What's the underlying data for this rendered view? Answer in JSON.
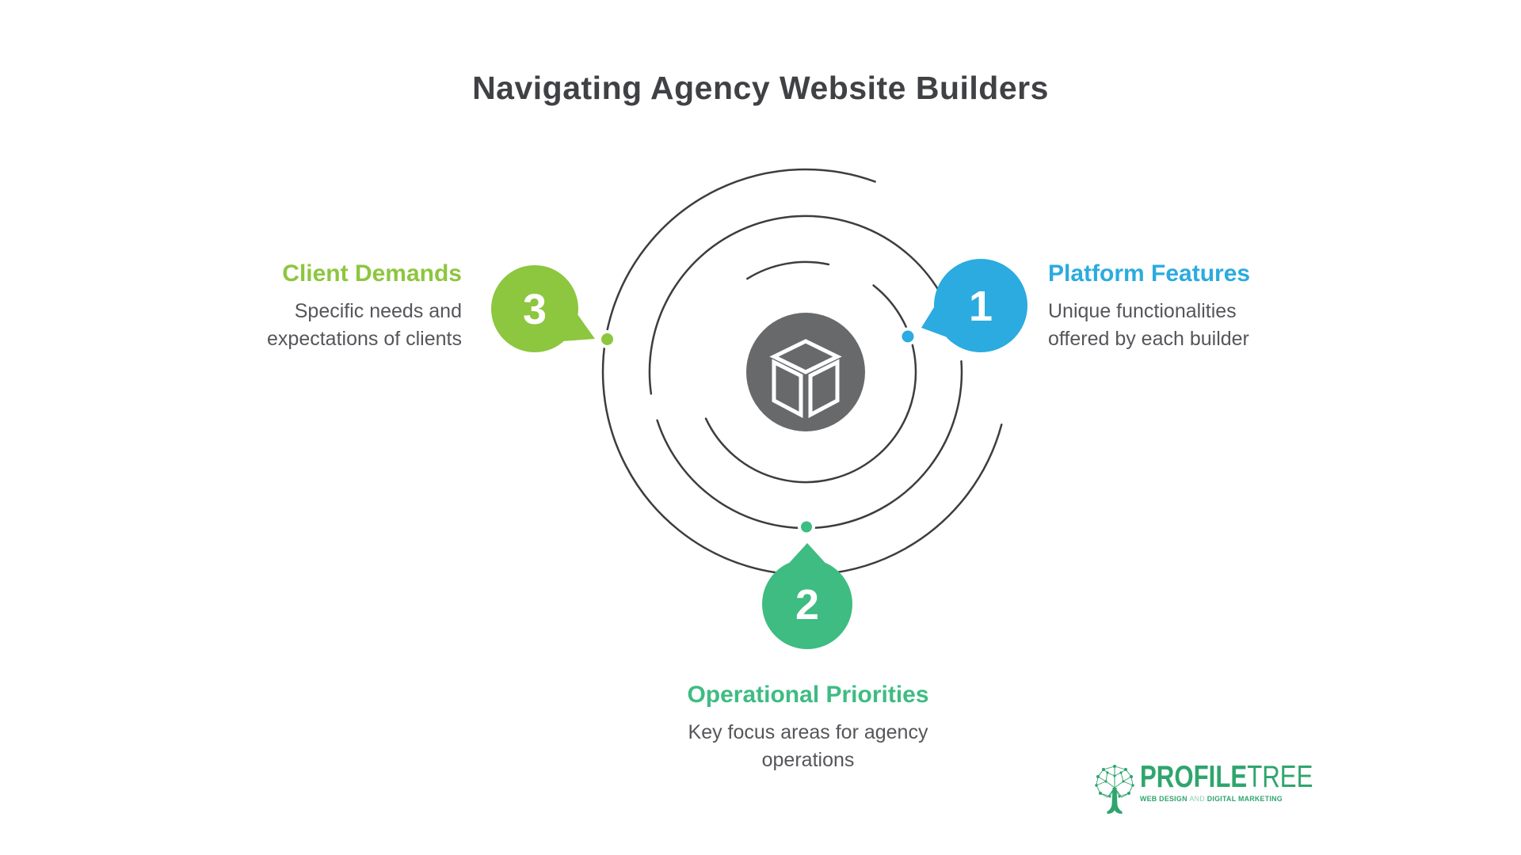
{
  "title": "Navigating Agency Website Builders",
  "hub": {
    "icon": "cube-3d-outline"
  },
  "items": [
    {
      "number": "1",
      "heading": "Platform Features",
      "description_lines": [
        "Unique functionalities",
        "offered by each builder"
      ],
      "color": "#2babdf"
    },
    {
      "number": "2",
      "heading": "Operational Priorities",
      "description_lines": [
        "Key focus areas for agency",
        "operations"
      ],
      "color": "#3ebc82"
    },
    {
      "number": "3",
      "heading": "Client Demands",
      "description_lines": [
        "Specific needs and",
        "expectations of clients"
      ],
      "color": "#8dc63f"
    }
  ],
  "logo": {
    "name_part1": "PROFILE",
    "name_part2": "TREE",
    "tagline_part1": "WEB DESIGN",
    "tagline_part2": "AND",
    "tagline_part3": "DIGITAL MARKETING",
    "color": "#2fa56d"
  },
  "colors": {
    "background": "#ffffff",
    "title_text": "#404145",
    "body_text": "#55565a",
    "arc": "#3c3d40",
    "hub_circle": "#68696b",
    "number_text": "#ffffff"
  }
}
